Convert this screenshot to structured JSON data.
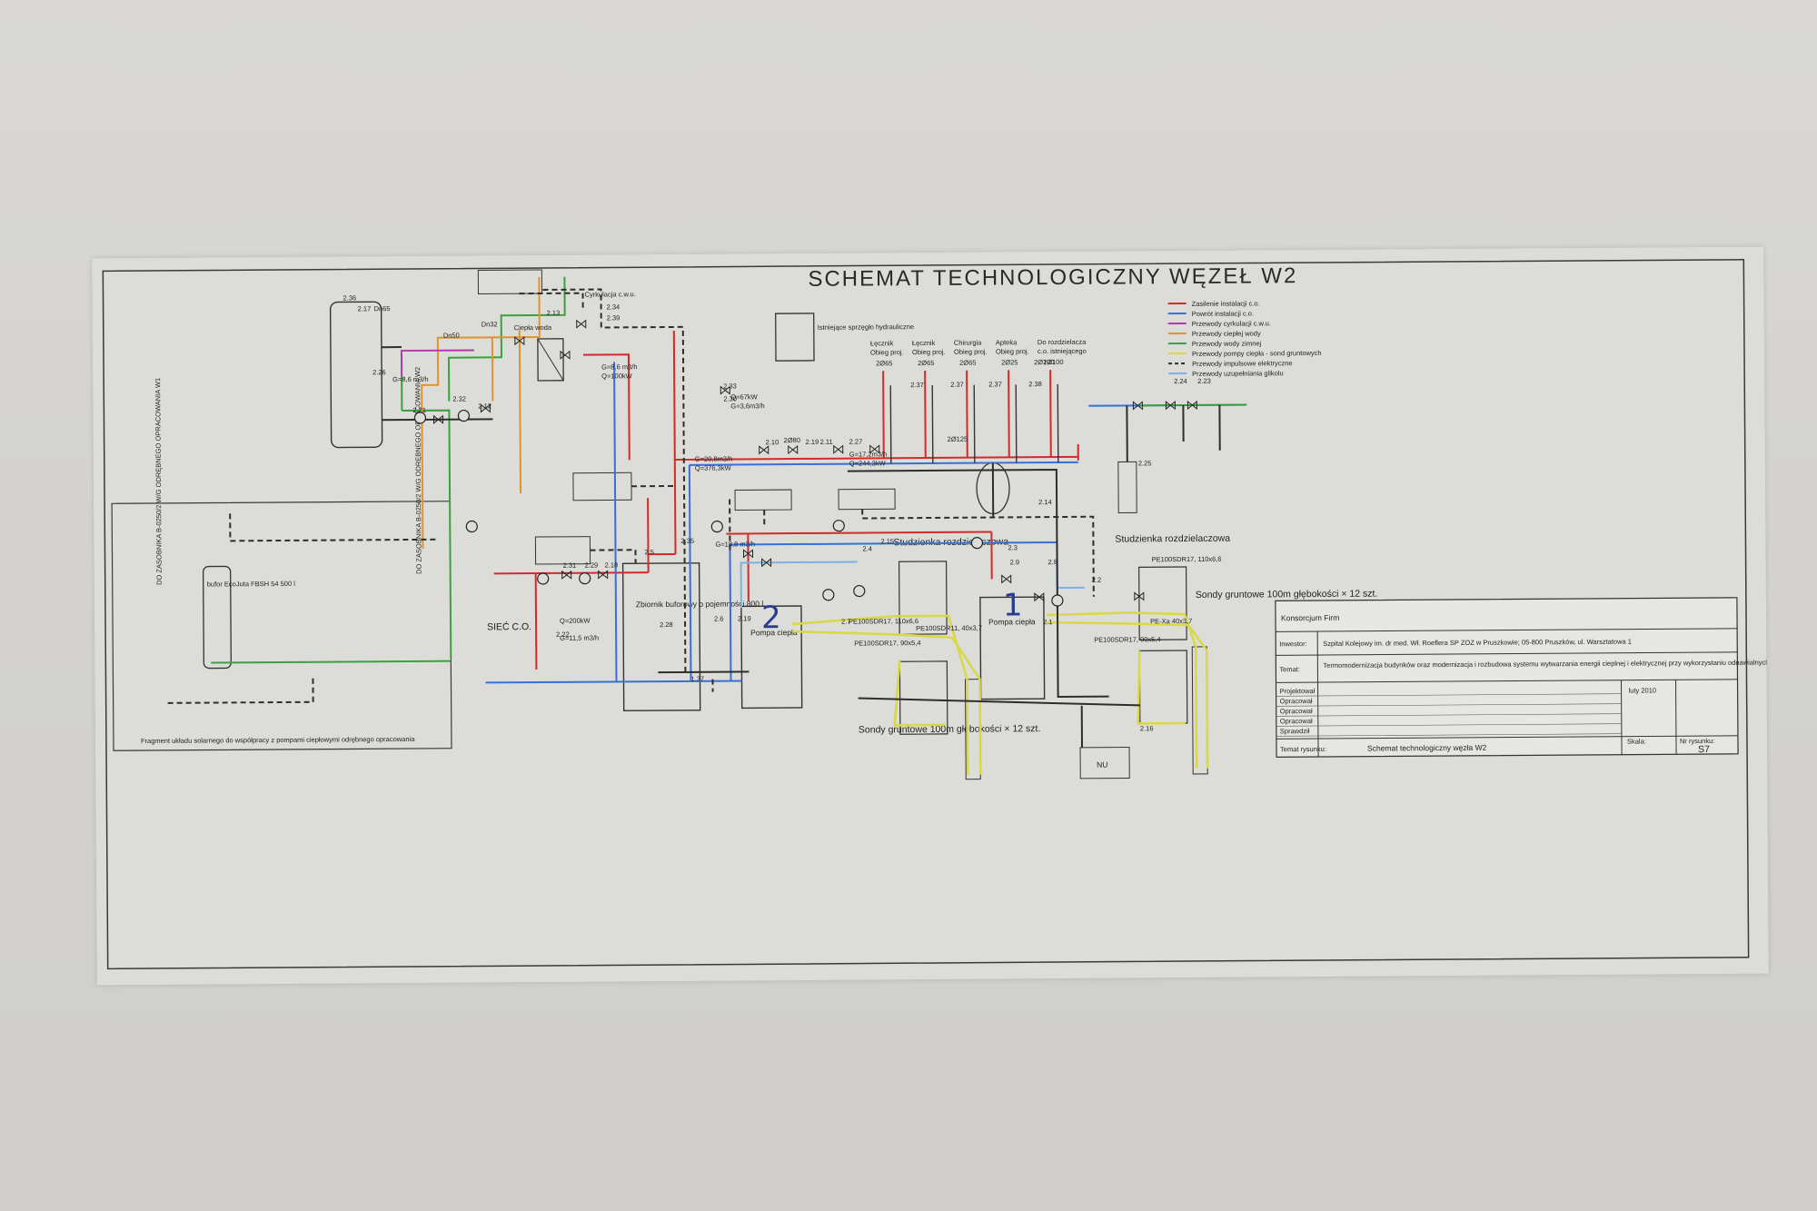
{
  "title": "SCHEMAT TECHNOLOGICZNY WĘZEŁ W2",
  "colors": {
    "supply": "#d42a2a",
    "return": "#3b6fd6",
    "circulation": "#b03aa8",
    "hot_water": "#e0932a",
    "cold_water": "#3aa040",
    "ground_loop": "#d8d84a",
    "glycol": "#7fb0e0",
    "line": "#2d2d2d"
  },
  "legend": [
    {
      "label": "Zasilenie instalacji c.o.",
      "color": "#d42a2a",
      "dashed": false
    },
    {
      "label": "Powrót instalacji c.o.",
      "color": "#3b6fd6",
      "dashed": false
    },
    {
      "label": "Przewody cyrkulacji c.w.u.",
      "color": "#b03aa8",
      "dashed": false
    },
    {
      "label": "Przewody ciepłej wody",
      "color": "#e0932a",
      "dashed": false
    },
    {
      "label": "Przewody wody zimnej",
      "color": "#3aa040",
      "dashed": false
    },
    {
      "label": "Przewody pompy ciepła - sond gruntowych",
      "color": "#d8d84a",
      "dashed": false
    },
    {
      "label": "Przewody impulsowe elektryczne",
      "color": "#2d2d2d",
      "dashed": true
    },
    {
      "label": "Przewody uzupełniania glikolu",
      "color": "#7fb0e0",
      "dashed": false
    }
  ],
  "labels": {
    "cyrkulacja": "Cyrkulacja c.w.u.",
    "ciepla_woda": "Ciepła woda",
    "istniejace_sprzeglo": "Istniejące sprzęgło hydrauliczne",
    "siec_co": "SIEĆ C.O.",
    "zbiornik_buforowy": "Zbiornik buforowy o pojemności 800 l",
    "pompa_ciepla_1": "Pompa ciepła",
    "pompa_ciepla_2": "Pompa ciepła",
    "studzienka_1": "Studzienka rozdzielaczowa",
    "studzienka_2": "Studzienka rozdzielaczowa",
    "sondy_1": "Sondy gruntowe 100m głębokości × 12 szt.",
    "sondy_2": "Sondy gruntowe 100m głębokości × 12 szt.",
    "bufor": "bufor EcoJuta FBSH 54 500 l",
    "fragment": "Fragment układu solarnego do współpracy z pompami ciepłowymi odrębnego opracowania",
    "hand_1": "1",
    "hand_2": "2",
    "nu": "NU",
    "g1": "G=8,6 m3/h",
    "q1": "Q=100kW",
    "g2": "G=8,6 m3/h",
    "g3": "G=20,8m3/h",
    "q3": "Q=376,3kW",
    "g4": "G=17,2m3/h",
    "q4": "Q=244,3kW",
    "g5": "Q=67kW",
    "g6": "G=3,6m3/h",
    "q7": "Q=200kW",
    "g7": "G=11,5 m3/h",
    "g8": "G=18,8 m3/h",
    "dn65": "Dn65",
    "dn50": "Dn50",
    "dn32": "Dn32",
    "dn80": "2Ø80",
    "d125": "2Ø125",
    "d100": "2Ø100",
    "pe1": "PE100SDR17, 110x6,6",
    "pe2": "PE100SDR11, 40x3,7",
    "pe3": "PE100SDR17, 90x5,4",
    "pe4": "PE100SDR17, 110x6,6",
    "pe5": "PE-Xa 40x3,7",
    "pe6": "PE100SDR17, 90x5,4",
    "vert1": "DO ZASOBNIKA B-0250/2 W/G ODRĘBNEGO OPRACOWANIA W1",
    "vert2": "DO ZASOBNIKA B-0250/2 W/G ODRĘBNEGO OPRACOWANIA W2"
  },
  "consumers": [
    {
      "name": "Łęcznik Obieg proj.",
      "pipe": "2Ø65"
    },
    {
      "name": "Łęcznik Obieg proj.",
      "pipe": "2Ø65"
    },
    {
      "name": "Chirurgia Obieg proj.",
      "pipe": "2Ø65"
    },
    {
      "name": "Apteka Obieg proj.",
      "pipe": "2Ø25"
    },
    {
      "name": "Do rozdzielacza c.o. istniejącego",
      "pipe": "2Ø100"
    }
  ],
  "nodes": [
    "2.36",
    "2.17",
    "2.26",
    "2.21",
    "2.12",
    "2.32",
    "2.13",
    "2.34",
    "2.39",
    "2.33",
    "2.30",
    "2.10",
    "2.19",
    "2.11",
    "2.27",
    "2.37",
    "2.37",
    "2.37",
    "2.38",
    "2.24",
    "2.23",
    "2.14",
    "2.5",
    "2.31",
    "2.29",
    "2.18",
    "2.28",
    "2.6",
    "2.19",
    "2.35",
    "2.3",
    "2.9",
    "2.8",
    "2.4",
    "2.15",
    "2.2",
    "2.1",
    "2.7",
    "2.16",
    "2.25",
    "2.22",
    "1.37"
  ],
  "title_block": {
    "company": "Konsorcjum Firm",
    "investor_label": "Inwestor:",
    "investor": "Szpital Kolejowy im. dr med. Wł. Roeflera SP ZOZ w Pruszkowie; 05-800 Pruszków, ul. Warsztatowa 1",
    "topic_label": "Temat:",
    "topic": "Termomodernizacja budynków oraz modernizacja i rozbudowa systemu wytwarzania energii cieplnej i elektrycznej przy wykorzystaniu odnawialnych źródeł energii w Szpitalu Kolejowym w Pruszkowie",
    "rows": [
      "Projektował",
      "Opracował",
      "Opracował",
      "Opracował",
      "Sprawdził"
    ],
    "date": "luty 2010",
    "drawing_title_label": "Temat rysunku:",
    "drawing_title": "Schemat technologiczny węzła W2",
    "scale_label": "Skala:",
    "number_label": "Nr rysunku:",
    "number": "S7"
  }
}
